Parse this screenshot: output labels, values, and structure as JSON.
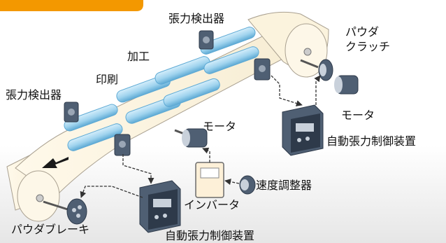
{
  "diagram": {
    "labels": {
      "tension_detector_top": "張力検出器",
      "tension_detector_left": "張力検出器",
      "printing": "印刷",
      "processing": "加工",
      "powder_clutch_line1": "パウダ",
      "powder_clutch_line2": "クラッチ",
      "motor_right": "モータ",
      "motor_center": "モータ",
      "auto_tension_controller_right": "自動張力制御装置",
      "auto_tension_controller_bottom": "自動張力制御装置",
      "speed_regulator": "速度調整器",
      "inverter": "インバータ",
      "powder_brake": "パウダブレーキ"
    },
    "colors": {
      "accent_tab": "#f39800",
      "web": "#fbf5e4",
      "web_edge": "#a9a090",
      "roller": "#9fd3ee",
      "roller_dark": "#5da9d4",
      "machine": "#4f5f73",
      "machine_dark": "#2e3a4a",
      "panel": "#fdf0d8",
      "line": "#333333"
    }
  }
}
